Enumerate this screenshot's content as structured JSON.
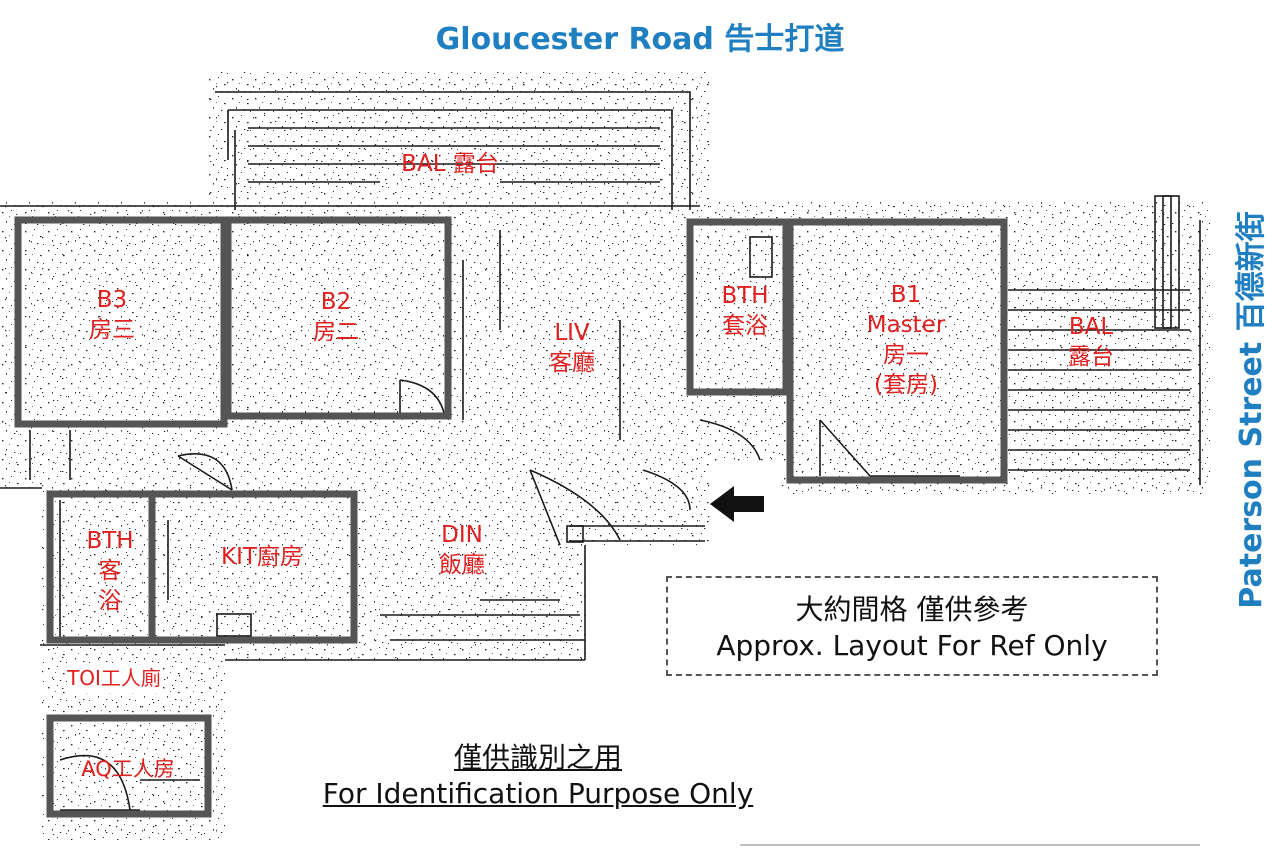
{
  "roads": {
    "top": "Gloucester Road 告士打道",
    "right": "Paterson Street 百德新街"
  },
  "rooms": {
    "bal_top": [
      "BAL 露台"
    ],
    "b3": [
      "B3",
      "房三"
    ],
    "b2": [
      "B2",
      "房二"
    ],
    "liv": [
      "LIV",
      "客廳"
    ],
    "bth_suite": [
      "BTH",
      "套浴"
    ],
    "b1": [
      "B1",
      "Master",
      "房一",
      "(套房)"
    ],
    "bal_right": [
      "BAL",
      "露台"
    ],
    "bth_guest": [
      "BTH",
      "客",
      "浴"
    ],
    "kit": [
      "KIT廚房"
    ],
    "din": [
      "DIN",
      "飯廳"
    ],
    "toi": [
      "TOI工人廁"
    ],
    "aq": [
      "AQ工人房"
    ]
  },
  "disclaimer": {
    "line1": "大約間格  僅供參考",
    "line2": "Approx. Layout  For Ref Only"
  },
  "identification": {
    "line1": "僅供識別之用",
    "line2": "For Identification Purpose Only"
  },
  "colors": {
    "road_label": "#1f7fc0",
    "room_label": "#e02020",
    "wall": "#555555",
    "scan_ink": "#1a1a1a"
  },
  "icons": {
    "entrance": "entrance-arrow-icon"
  }
}
